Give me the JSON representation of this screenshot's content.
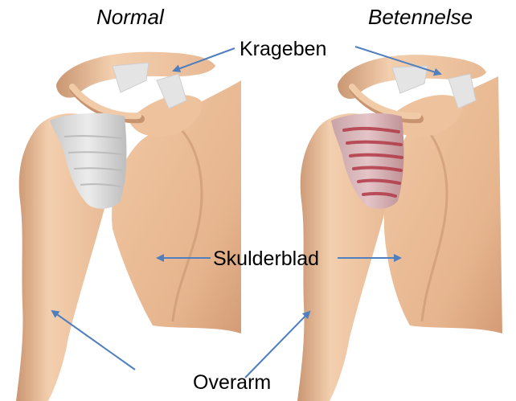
{
  "titles": {
    "normal": "Normal",
    "inflamed": "Betennelse"
  },
  "labels": {
    "collarbone": "Krageben",
    "shoulder_blade": "Skulderblad",
    "upper_arm": "Overarm"
  },
  "colors": {
    "bone": "#f0c9a6",
    "bone_shadow": "#c89470",
    "cartilage": "#d9d9d9",
    "ligament": "#e4e4e4",
    "bursa_normal": "#d6d6d6",
    "bursa_inflamed": "#b23a48",
    "arrow": "#4f7fbf"
  }
}
